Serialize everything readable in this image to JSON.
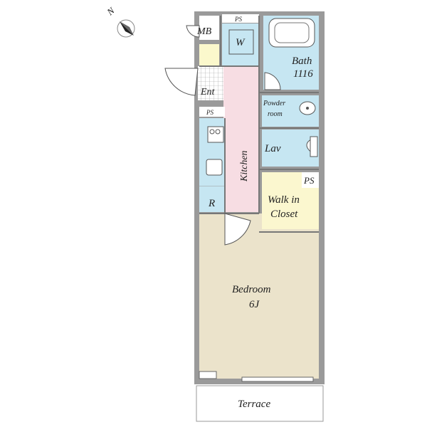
{
  "compass": {
    "label": "N"
  },
  "rooms": {
    "mb": "MB",
    "ps_top": "PS",
    "washer": "W",
    "bath": "Bath",
    "bath_size": "1116",
    "entrance": "Ent",
    "ps_left": "PS",
    "powder_line1": "Powder",
    "powder_line2": "room",
    "kitchen": "Kitchen",
    "lav": "Lav",
    "ps_right": "PS",
    "walkin_line1": "Walk in",
    "walkin_line2": "Closet",
    "fridge": "R",
    "bedroom": "Bedroom",
    "bedroom_size": "6J",
    "terrace": "Terrace"
  },
  "colors": {
    "wall": "#9a9a9a",
    "bath_blue": "#c6e6f2",
    "kitchen_pink": "#f7dde3",
    "bedroom_tan": "#ebe3cb",
    "closet_yellow": "#fbf7cf",
    "ent_yellow": "#fbf8cc",
    "line": "#555555"
  }
}
